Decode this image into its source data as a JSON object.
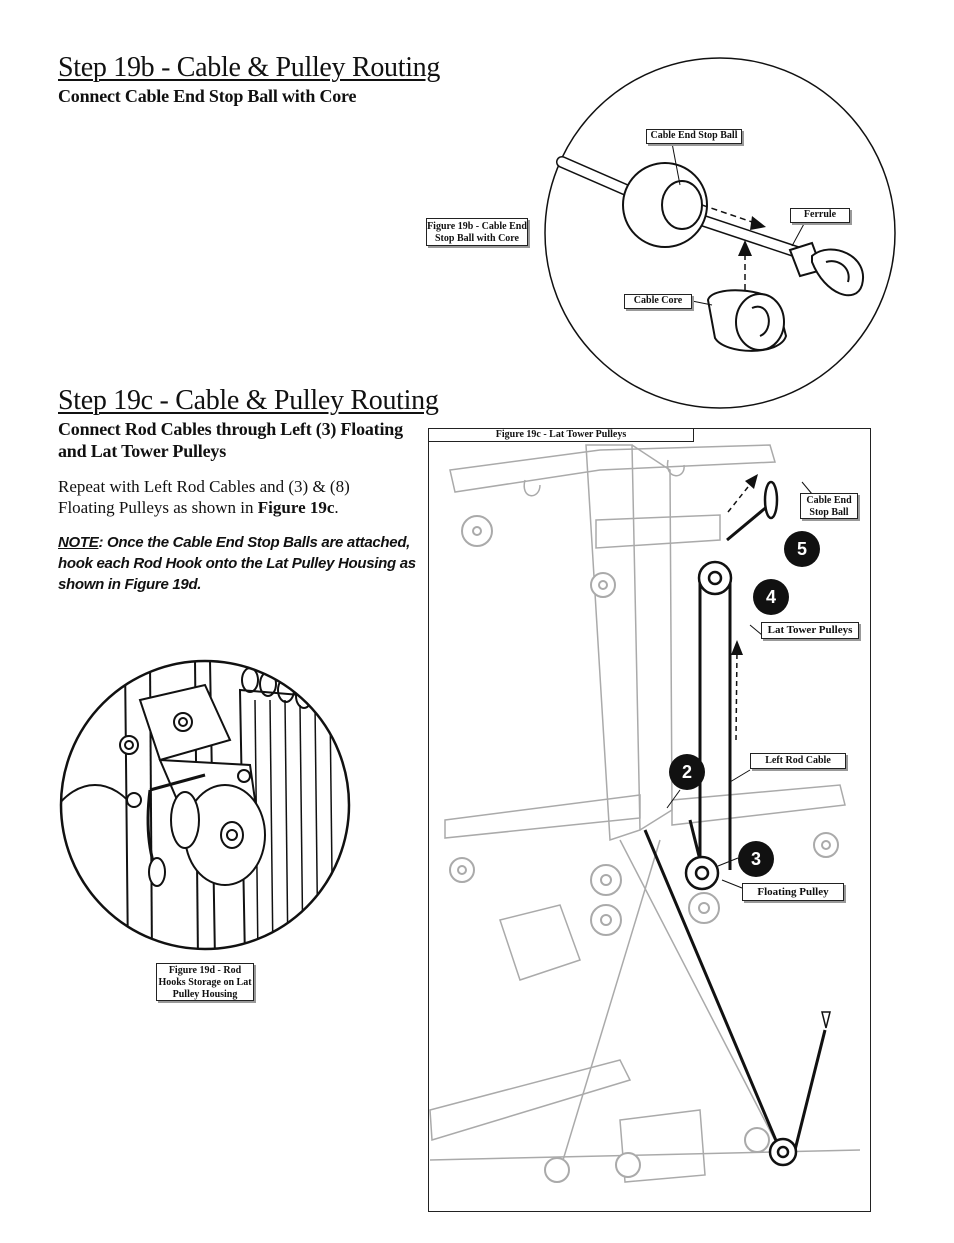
{
  "step19b": {
    "title": "Step 19b - Cable & Pulley Routing",
    "subtitle": "Connect Cable End Stop Ball with Core",
    "figure_caption": "Figure 19b - Cable End Stop Ball with Core",
    "labels": {
      "stop_ball": "Cable End Stop Ball",
      "ferrule": "Ferrule",
      "core": "Cable Core"
    }
  },
  "step19c": {
    "title": "Step 19c - Cable & Pulley Routing",
    "subtitle": "Connect Rod Cables through Left (3) Floating and Lat Tower Pulleys",
    "body_prefix": "Repeat with Left Rod Cables and (3) & (8) Floating Pulleys as shown in ",
    "body_bold": "Figure 19c",
    "body_suffix": ".",
    "note_label": "NOTE",
    "note_text": ": Once the Cable End Stop Balls are attached, hook each Rod Hook onto the Lat Pulley Housing as shown in Figure 19d.",
    "figure_caption": "Figure 19c - Lat Tower Pulleys",
    "labels": {
      "stop_ball": "Cable End Stop Ball",
      "lat_tower": "Lat Tower Pulleys",
      "left_rod_cable": "Left Rod Cable",
      "floating_pulley": "Floating Pulley"
    },
    "callouts": [
      "2",
      "3",
      "4",
      "5"
    ]
  },
  "fig19d": {
    "caption": "Figure 19d - Rod Hooks Storage on Lat Pulley Housing"
  }
}
